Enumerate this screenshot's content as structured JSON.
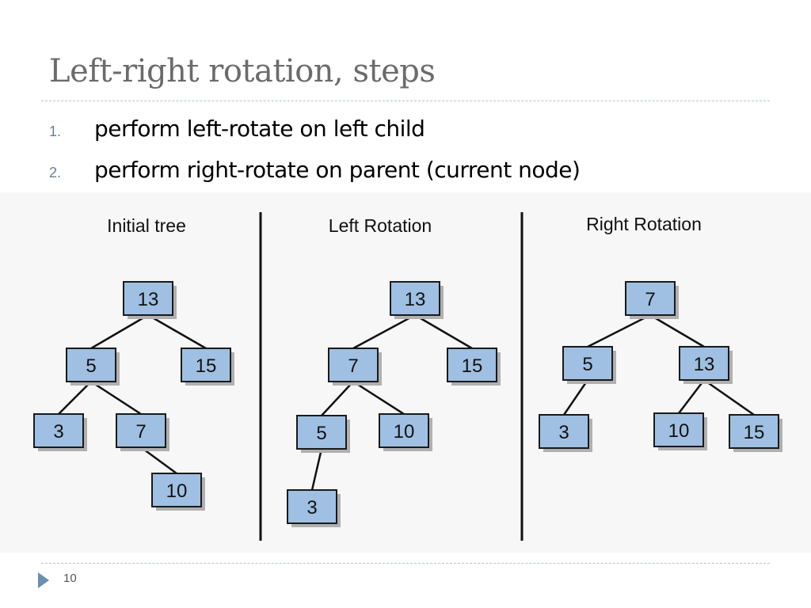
{
  "slide": {
    "title": "Left-right rotation, steps",
    "steps": [
      {
        "num": "1.",
        "text": "perform left-rotate on left child"
      },
      {
        "num": "2.",
        "text": "perform right-rotate on parent (current node)"
      }
    ],
    "page_number": "10"
  },
  "colors": {
    "node_fill": "#9fc0e2",
    "node_stroke": "#1a1a1a",
    "node_shadow": "#b0b0b0",
    "title": "#6b6b6b",
    "figure_bg": "#f7f7f7"
  },
  "diagram": {
    "panels": [
      {
        "title": "Initial tree",
        "nodes": [
          {
            "id": "a13",
            "label": "13"
          },
          {
            "id": "a5",
            "label": "5"
          },
          {
            "id": "a15",
            "label": "15"
          },
          {
            "id": "a3",
            "label": "3"
          },
          {
            "id": "a7",
            "label": "7"
          },
          {
            "id": "a10",
            "label": "10"
          }
        ],
        "edges": [
          [
            "a13",
            "a5"
          ],
          [
            "a13",
            "a15"
          ],
          [
            "a5",
            "a3"
          ],
          [
            "a5",
            "a7"
          ],
          [
            "a7",
            "a10"
          ]
        ]
      },
      {
        "title": "Left Rotation",
        "nodes": [
          {
            "id": "b13",
            "label": "13"
          },
          {
            "id": "b7",
            "label": "7"
          },
          {
            "id": "b15",
            "label": "15"
          },
          {
            "id": "b5",
            "label": "5"
          },
          {
            "id": "b10",
            "label": "10"
          },
          {
            "id": "b3",
            "label": "3"
          }
        ],
        "edges": [
          [
            "b13",
            "b7"
          ],
          [
            "b13",
            "b15"
          ],
          [
            "b7",
            "b5"
          ],
          [
            "b7",
            "b10"
          ],
          [
            "b5",
            "b3"
          ]
        ]
      },
      {
        "title": "Right Rotation",
        "nodes": [
          {
            "id": "c7",
            "label": "7"
          },
          {
            "id": "c5",
            "label": "5"
          },
          {
            "id": "c13",
            "label": "13"
          },
          {
            "id": "c3",
            "label": "3"
          },
          {
            "id": "c10",
            "label": "10"
          },
          {
            "id": "c15",
            "label": "15"
          }
        ],
        "edges": [
          [
            "c7",
            "c5"
          ],
          [
            "c7",
            "c13"
          ],
          [
            "c5",
            "c3"
          ],
          [
            "c13",
            "c10"
          ],
          [
            "c13",
            "c15"
          ]
        ]
      }
    ]
  }
}
